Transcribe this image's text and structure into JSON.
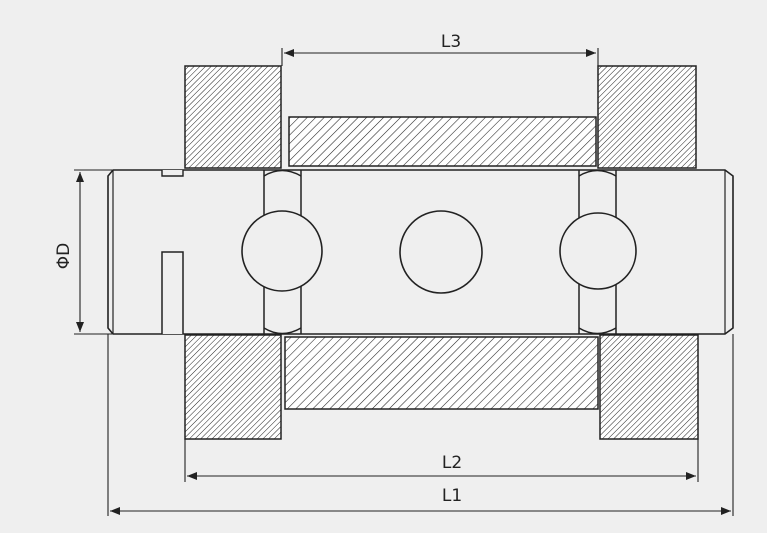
{
  "diagram": {
    "kind": "shaft-with-bushings-cross-section",
    "colors": {
      "background": "#efefef",
      "line": "#222222",
      "hatch_fill": "#ffffff"
    },
    "dimensions": {
      "l3": "L3",
      "l2": "L2",
      "l1": "L1",
      "d": "ΦD"
    }
  }
}
